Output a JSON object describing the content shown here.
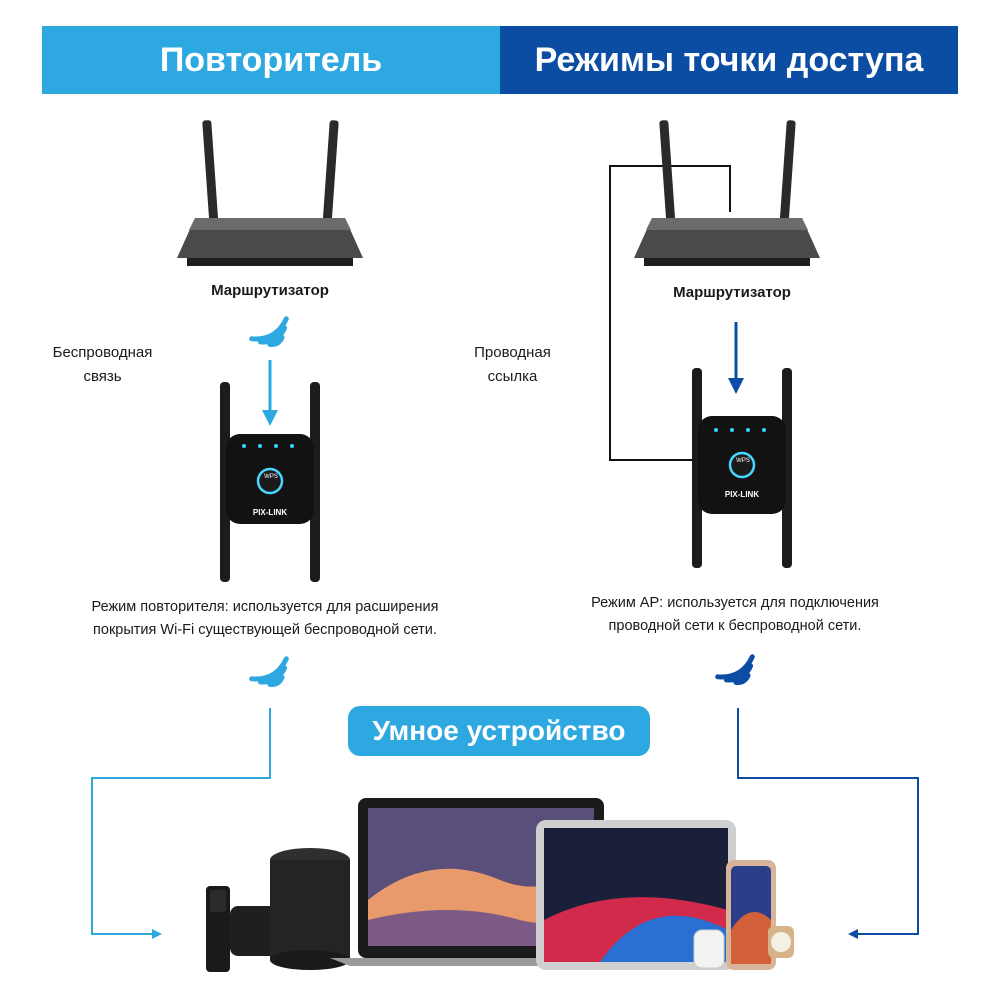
{
  "header": {
    "left_title": "Повторитель",
    "right_title": "Режимы точки доступа"
  },
  "left_panel": {
    "router_label": "Маршрутизатор",
    "link_label_line1": "Беспроводная",
    "link_label_line2": "связь",
    "device_brand": "PIX-LINK",
    "device_button": "WPS",
    "description_line1": "Режим повторителя: используется для расширения",
    "description_line2": "покрытия Wi-Fi существующей беспроводной сети."
  },
  "right_panel": {
    "router_label": "Маршрутизатор",
    "link_label_line1": "Проводная",
    "link_label_line2": "ссылка",
    "device_brand": "PIX-LINK",
    "device_button": "WPS",
    "description_line1": "Режим AP: используется для подключения",
    "description_line2": "проводной сети к беспроводной сети."
  },
  "center": {
    "smart_device_label": "Умное устройство"
  },
  "colors": {
    "light_blue": "#2ea8e0",
    "dark_blue": "#0b4da2"
  },
  "icons": [
    "router-icon",
    "wifi-signal-icon",
    "repeater-icon",
    "arrow-down-icon",
    "devices-illustration"
  ]
}
